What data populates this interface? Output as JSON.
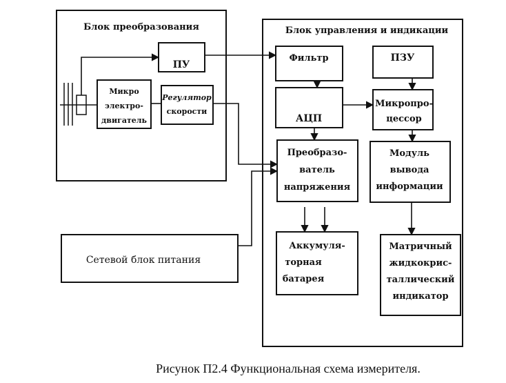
{
  "blocks": {
    "conversion_block": "Блок преобразования",
    "control_block": "Блок управления и индикации",
    "pu": "ПУ",
    "motor": [
      "Микро",
      "электро-",
      "двигатель"
    ],
    "speed_regulator": [
      "Регулятор",
      "скорости"
    ],
    "power_supply": "Сетевой блок питания",
    "filter": "Фильтр",
    "pzu": "ПЗУ",
    "adc": "АЦП",
    "microprocessor": [
      "Микропро-",
      "цессор"
    ],
    "voltage_converter": [
      "Преобразо-",
      "ватель",
      "напряжения"
    ],
    "output_module": [
      "Модуль",
      "вывода",
      "информации"
    ],
    "battery": [
      "Аккумуля-",
      "торная",
      "батарея"
    ],
    "lcd_indicator": [
      "Матричный",
      "жидкокрис-",
      "таллический",
      "индикатор"
    ]
  },
  "caption": "Рисунок П2.4 Функциональная схема измерителя."
}
